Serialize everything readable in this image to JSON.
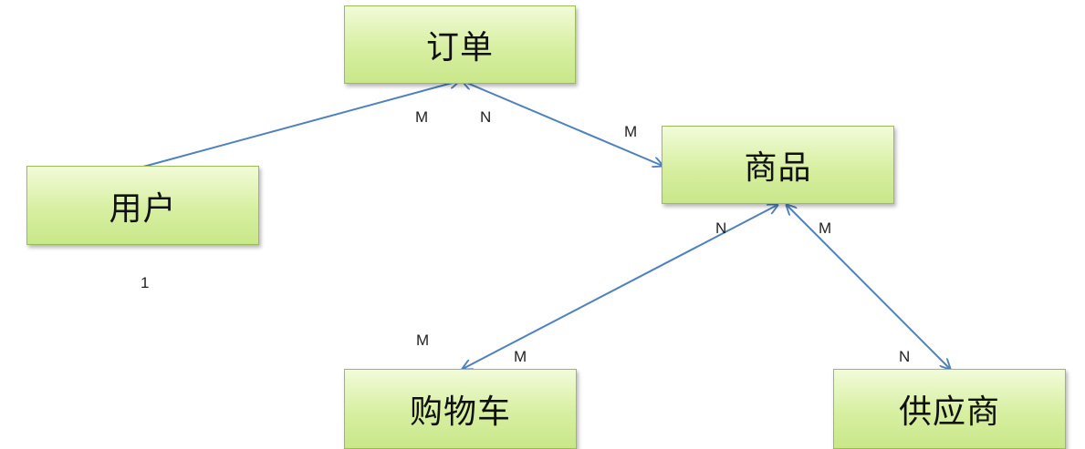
{
  "nodes": {
    "order": "订单",
    "user": "用户",
    "product": "商品",
    "cart": "购物车",
    "supplier": "供应商"
  },
  "cardinality": {
    "user_order_order_end": "M",
    "order_product_order_end": "N",
    "order_product_product_end": "M",
    "product_cart_product_end": "N",
    "product_supplier_product_end": "M",
    "product_cart_cart_end": "M",
    "cart_outer_m": "M",
    "product_supplier_supplier_end": "N",
    "user_one": "1"
  },
  "colors": {
    "node_border": "#9bbb59",
    "node_fill_top": "#f2fbd9",
    "node_fill_bottom": "#c9e78a",
    "connector": "#4f81bd"
  }
}
